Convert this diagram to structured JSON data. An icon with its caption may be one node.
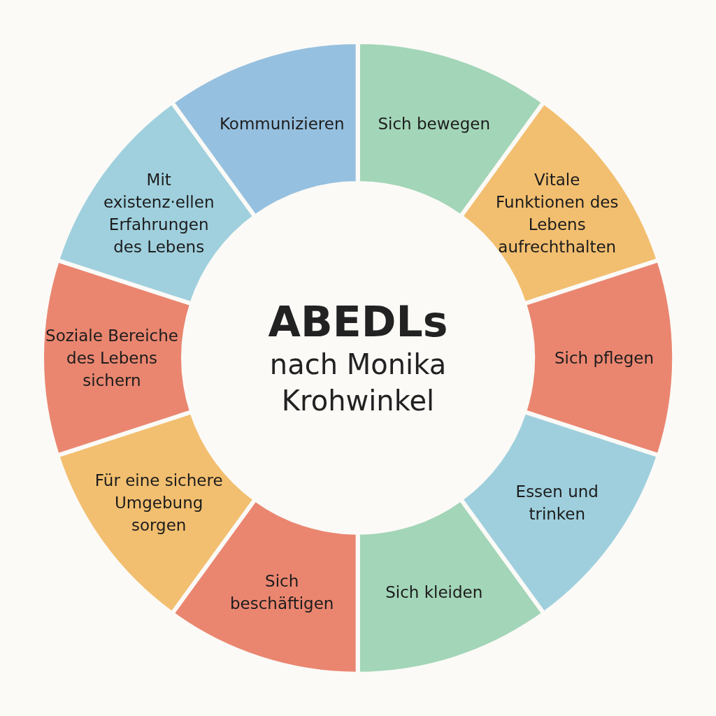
{
  "diagram": {
    "nodes": [
      {
        "text": [
          "ABEDLs",
          "nach Monika Krohwinkel"
        ]
      },
      {
        "text": [
          "Sich bewegen"
        ]
      },
      {
        "text": [
          "Vitale Funktionen des Lebens aufrechthalten"
        ]
      },
      {
        "text": [
          "Sich pflegen"
        ]
      },
      {
        "text": [
          "Essen und trinken"
        ]
      },
      {
        "text": [
          "Sich kleiden"
        ]
      },
      {
        "text": [
          "Sich beschäftigen"
        ]
      },
      {
        "text": [
          "Für eine sichere Umgebung sorgen"
        ]
      },
      {
        "text": [
          "Soziale Bereiche des Lebens sichern"
        ]
      },
      {
        "text": [
          "Mit existenz·ellen Erfahrungen des Lebens"
        ]
      },
      {
        "text": [
          "Kommunizieren"
        ]
      }
    ]
  }
}
